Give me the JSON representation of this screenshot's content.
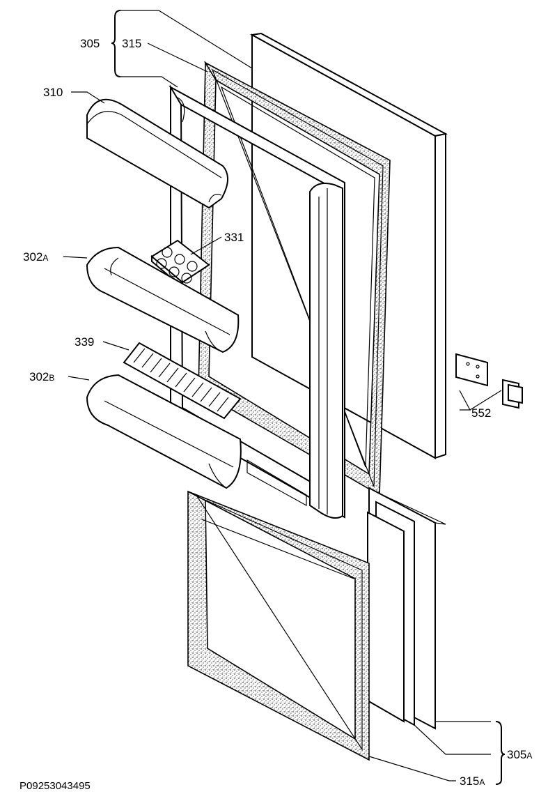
{
  "figure": {
    "code": "P09253043495",
    "labels": {
      "l305": "305",
      "l315": "315",
      "l310": "310",
      "l331": "331",
      "l302a_num": "302",
      "l302a_sub": "A",
      "l339": "339",
      "l302b_num": "302",
      "l302b_sub": "B",
      "l552": "552",
      "l305a_num": "305",
      "l305a_sub": "A",
      "l315a_num": "315",
      "l315a_sub": "A"
    }
  }
}
